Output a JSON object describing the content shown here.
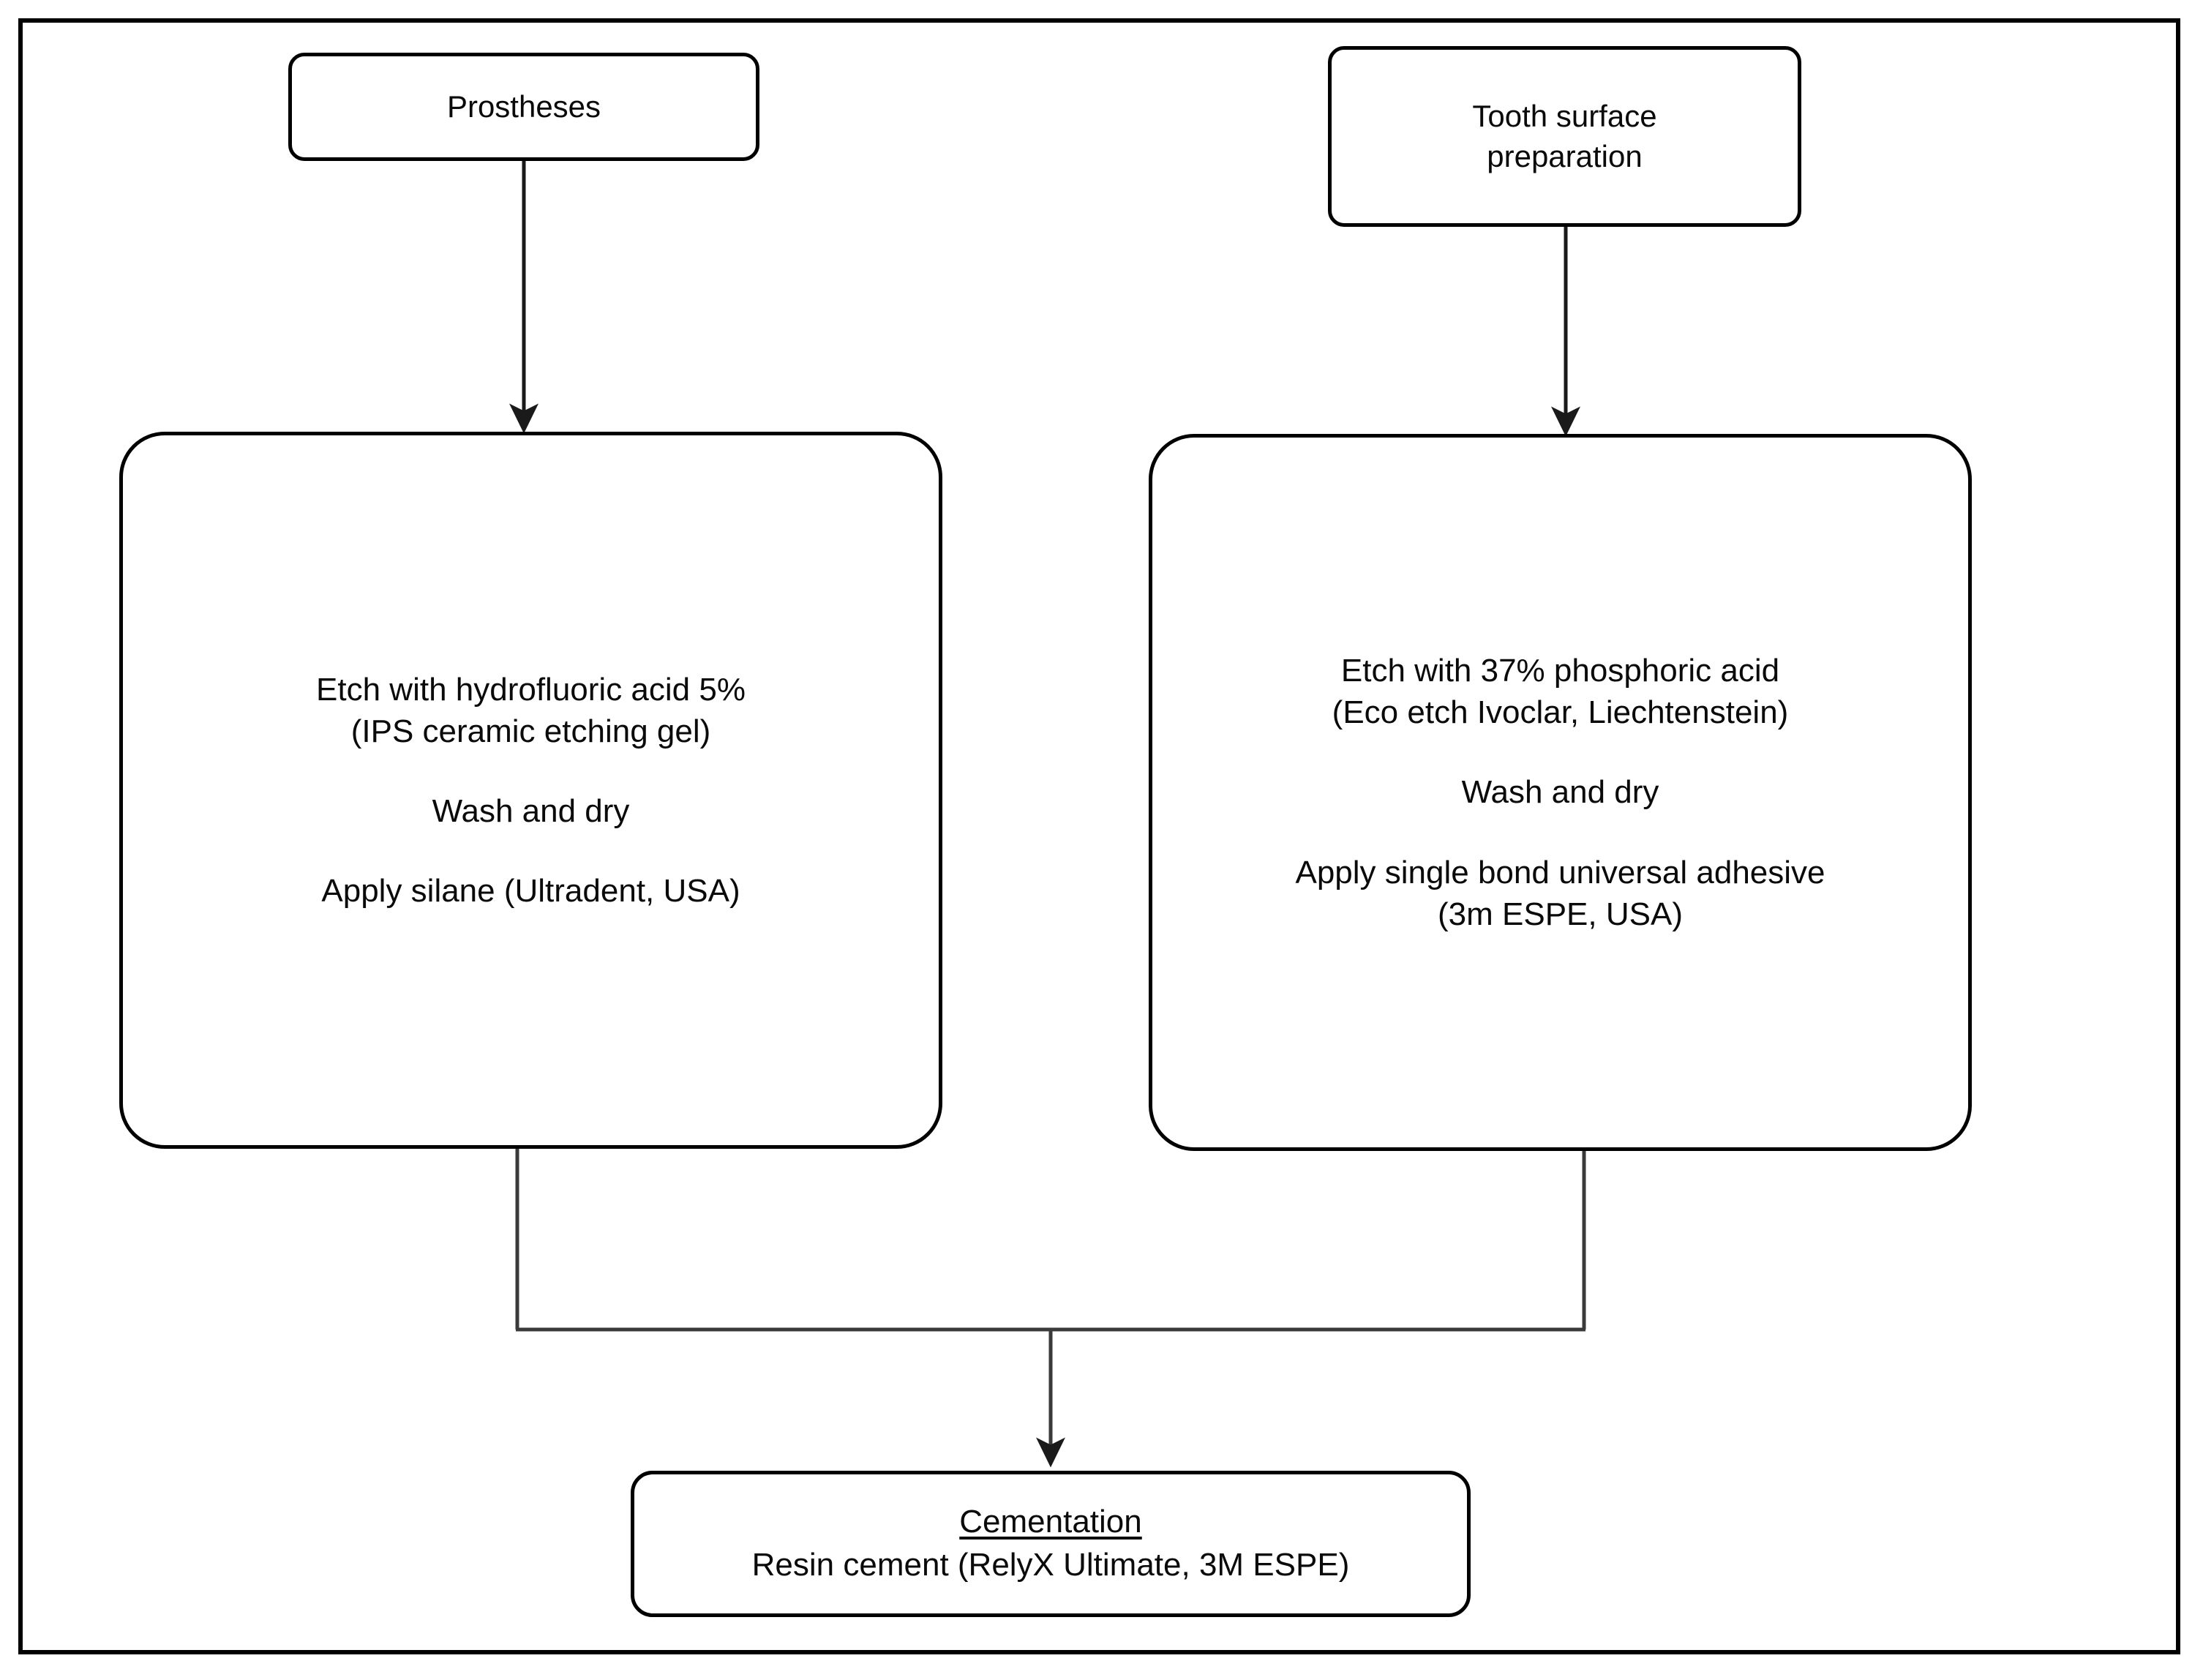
{
  "diagram": {
    "title_visible": false,
    "colors": {
      "frame": "#000000",
      "node_border": "#000000",
      "node_fill": "#ffffff",
      "text": "#0a0a0a",
      "connector": "#3a3a3a"
    },
    "nodes": {
      "prostheses": {
        "label": "Prostheses"
      },
      "tooth_prep": {
        "line1": "Tooth surface",
        "line2": "preparation"
      },
      "prosthesis_protocol": {
        "step1_line1": "Etch with hydrofluoric acid 5%",
        "step1_line2": "(IPS ceramic etching gel)",
        "step2_line1": "Wash and dry",
        "step3_line1": "Apply silane (Ultradent, USA)"
      },
      "tooth_protocol": {
        "step1_line1": "Etch with 37% phosphoric acid",
        "step1_line2": "(Eco etch Ivoclar, Liechtenstein)",
        "step2_line1": "Wash and dry",
        "step3_line1": "Apply single bond universal adhesive",
        "step3_line2": "(3m ESPE, USA)"
      },
      "cementation": {
        "heading": "Cementation",
        "detail": "Resin cement (RelyX Ultimate, 3M ESPE)"
      }
    },
    "connectors": [
      {
        "name": "prostheses-to-protocol",
        "type": "arrow-down"
      },
      {
        "name": "tooth-prep-to-protocol",
        "type": "arrow-down"
      },
      {
        "name": "protocols-merge-to-cementation",
        "type": "merge-arrow-down"
      }
    ]
  }
}
